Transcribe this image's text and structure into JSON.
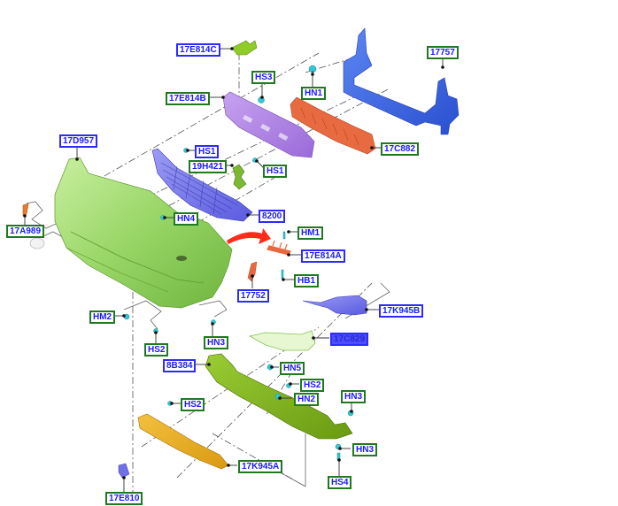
{
  "diagram": {
    "title": "Front bumper exploded parts diagram",
    "colors": {
      "part_label_border": "#2b2bff",
      "fastener_label_border": "#1f7a1f",
      "label_text": "#1a1aff",
      "selected_fill": "#4d4dff",
      "arrow": "#ff2a1a"
    },
    "parts": [
      {
        "id": "17E814C",
        "color": "#8fcc2a"
      },
      {
        "id": "17757",
        "color": "#3f6ee8"
      },
      {
        "id": "17E814B",
        "color": "#a77ae0"
      },
      {
        "id": "17C882",
        "color": "#e8683e"
      },
      {
        "id": "17D957",
        "color": "#9ad66a"
      },
      {
        "id": "19H421",
        "color": "#7cb832"
      },
      {
        "id": "8200",
        "color": "#6f70e8"
      },
      {
        "id": "17A989",
        "color": "#e87a2a"
      },
      {
        "id": "17E814A",
        "color": "#e8683e"
      },
      {
        "id": "17752",
        "color": "#e8683e"
      },
      {
        "id": "17K945B",
        "color": "#6f70e8"
      },
      {
        "id": "17C829",
        "color": "#b8e68a",
        "selected": true
      },
      {
        "id": "8B384",
        "color": "#7fb020"
      },
      {
        "id": "17K945A",
        "color": "#e8a817"
      },
      {
        "id": "17E810",
        "color": "#6f70e8"
      }
    ],
    "fasteners": [
      "HS3",
      "HN1",
      "HS1",
      "HS1",
      "HN4",
      "HM1",
      "HB1",
      "HM2",
      "HS2",
      "HN3",
      "HN5",
      "HS2",
      "HN2",
      "HN3",
      "HS2",
      "HN3",
      "HS4"
    ],
    "labels": {
      "l_17E814C": "17E814C",
      "l_HS3": "HS3",
      "l_17757": "17757",
      "l_HN1": "HN1",
      "l_17E814B": "17E814B",
      "l_17C882": "17C882",
      "l_17D957": "17D957",
      "l_HS1a": "HS1",
      "l_19H421": "19H421",
      "l_HS1b": "HS1",
      "l_HN4": "HN4",
      "l_8200": "8200",
      "l_17A989": "17A989",
      "l_HM1": "HM1",
      "l_17E814A": "17E814A",
      "l_HB1": "HB1",
      "l_17752": "17752",
      "l_17K945B": "17K945B",
      "l_HM2": "HM2",
      "l_HS2a": "HS2",
      "l_HN3a": "HN3",
      "l_17C829": "17C829",
      "l_8B384": "8B384",
      "l_HN5": "HN5",
      "l_HS2b": "HS2",
      "l_HN2": "HN2",
      "l_HN3b": "HN3",
      "l_HS2c": "HS2",
      "l_HN3c": "HN3",
      "l_HS4": "HS4",
      "l_17K945A": "17K945A",
      "l_17E810": "17E810"
    }
  }
}
